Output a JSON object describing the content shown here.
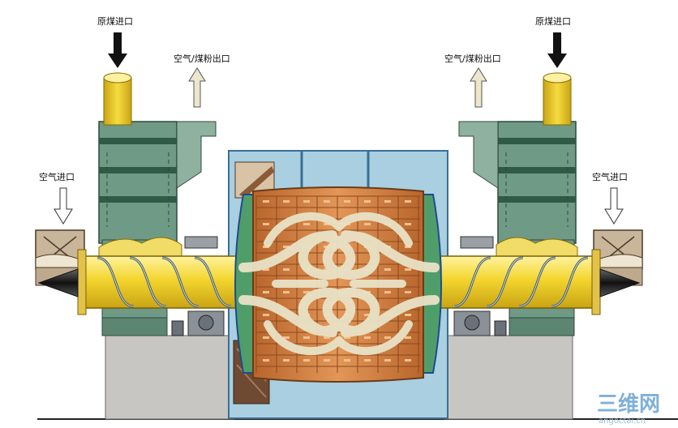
{
  "labels": {
    "raw_coal_inlet_left": "原煤进口",
    "raw_coal_inlet_right": "原煤进口",
    "air_coal_outlet_left": "空气/煤粉出口",
    "air_coal_outlet_right": "空气/煤粉出口",
    "air_inlet_left": "空气进口",
    "air_inlet_right": "空气进口"
  },
  "watermark": {
    "brand": "三维网",
    "site": "angoctai.cn"
  },
  "colors": {
    "casing_green": "#6f9a85",
    "trunnion_yellow": "#f2d22e",
    "drum_orange": "#d98a48",
    "chamber_blue": "#a9cfe0",
    "foundation_grey": "#c8c6c2",
    "hopper_tan": "#c9b59a",
    "flow_cream": "#e8e2c8"
  },
  "icons": {
    "coal_arrow": "down-arrow-black",
    "air_arrow": "outline-arrow",
    "outlet_arrow": "up-arrow-cream"
  }
}
